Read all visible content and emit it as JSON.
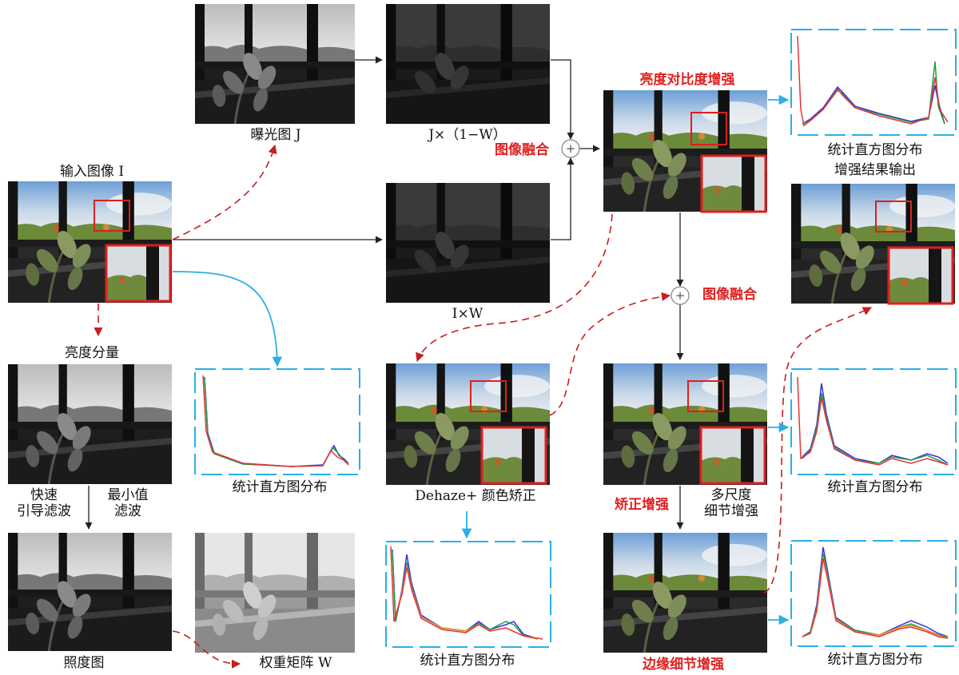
{
  "labels": {
    "input_image": "输入图像 I",
    "exposure_map": "曝光图 J",
    "j_times": "J×（1−W）",
    "i_times_w": "I×W",
    "fusion_top": "图像融合",
    "contrast_enh": "亮度对比度增强",
    "hist_top": "统计直方图分布",
    "result_output": "增强结果输出",
    "fusion_mid": "图像融合",
    "luminance": "亮度分量",
    "hist_lum": "统计直方图分布",
    "fast_guided": "快速\n引导滤波",
    "min_filter": "最小值\n滤波",
    "illumination": "照度图",
    "weight_matrix": "权重矩阵 W",
    "dehaze": "Dehaze+ 颜色矫正",
    "hist_dehaze": "统计直方图分布",
    "correction_enh": "矫正增强",
    "multiscale": "多尺度\n细节增强",
    "hist_mid": "统计直方图分布",
    "edge_enh": "边缘细节增强",
    "hist_bottom": "统计直方图分布"
  },
  "colors": {
    "label_red": "#e02020",
    "flow_red": "#c81e1e",
    "flow_blue": "#29aee8",
    "plot_frame": "#29aee8",
    "curve_red": "#e8323c",
    "curve_blue": "#3232e0",
    "curve_green": "#20a040",
    "curve_orange": "#e89020"
  }
}
